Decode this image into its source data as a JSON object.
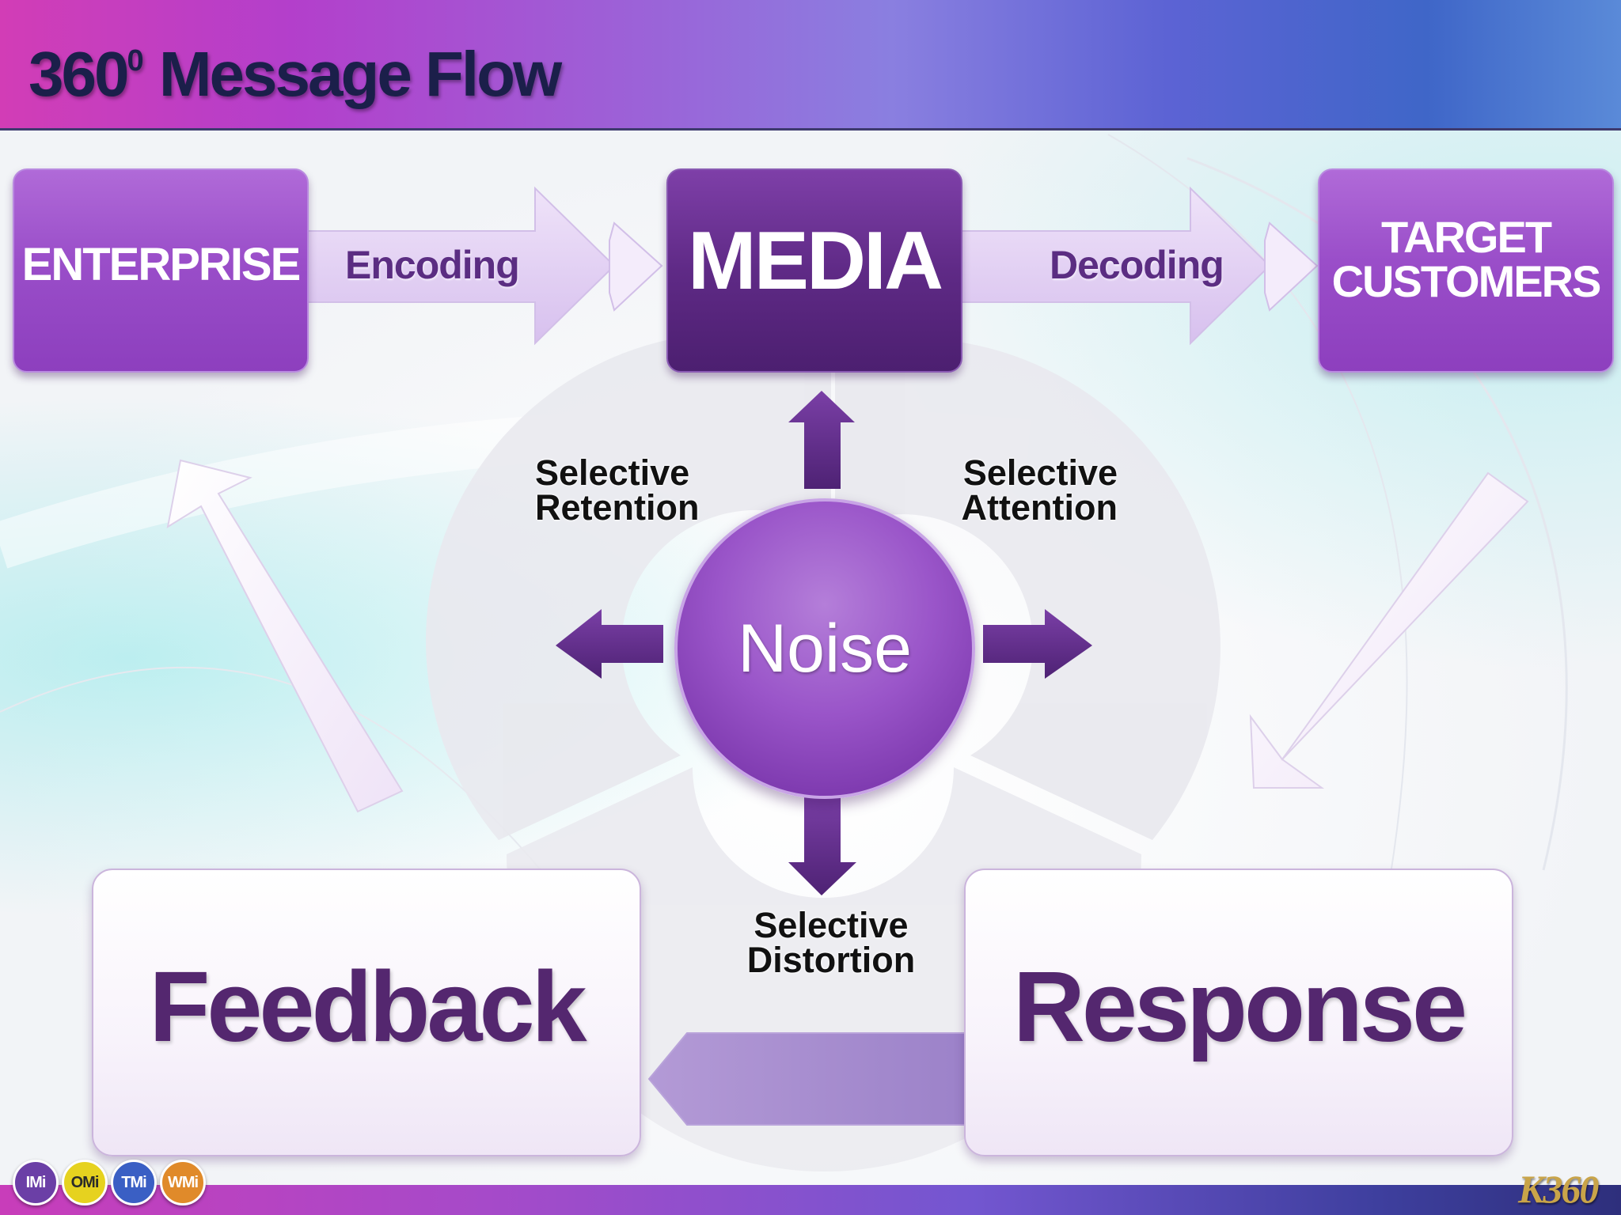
{
  "header": {
    "title_main": "360",
    "title_sup": "0",
    "title_rest": " Message Flow"
  },
  "nodes": {
    "enterprise": "ENTERPRISE",
    "media": "MEDIA",
    "target_line1": "TARGET",
    "target_line2": "CUSTOMERS",
    "noise": "Noise",
    "feedback": "Feedback",
    "response": "Response"
  },
  "edges": {
    "encoding": "Encoding",
    "decoding": "Decoding"
  },
  "selective": {
    "retention_line1": "Selective",
    "retention_line2": "Retention",
    "attention_line1": "Selective",
    "attention_line2": "Attention",
    "distortion_line1": "Selective",
    "distortion_line2": "Distortion"
  },
  "footer": {
    "badges": [
      {
        "label": "IMi",
        "color": "#6b3fa6",
        "text": "#ffffff"
      },
      {
        "label": "OMi",
        "color": "#e6d21f",
        "text": "#2a2a2a"
      },
      {
        "label": "TMi",
        "color": "#3a5fc4",
        "text": "#ffffff"
      },
      {
        "label": "WMi",
        "color": "#e08a2a",
        "text": "#ffffff"
      }
    ],
    "logo_main": "K360"
  },
  "colors": {
    "purple_dark": "#5f2a86",
    "purple_light": "#9a4ec9",
    "text_dark": "#111111"
  }
}
